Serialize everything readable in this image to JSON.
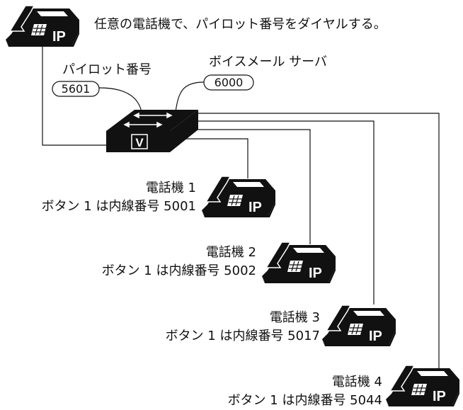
{
  "header": {
    "instruction": "任意の電話機で、パイロット番号をダイヤルする。"
  },
  "labels": {
    "pilot_number_label": "パイロット番号",
    "voicemail_server_label": "ボイスメール サーバ",
    "pilot_number": "5601",
    "voicemail_number": "6000",
    "gateway_badge": "V"
  },
  "phones": [
    {
      "name": "電話機 1",
      "button_desc": "ボタン 1 は内線番号 5001",
      "badge": "IP"
    },
    {
      "name": "電話機 2",
      "button_desc": "ボタン 1 は内線番号 5002",
      "badge": "IP"
    },
    {
      "name": "電話機 3",
      "button_desc": "ボタン 1 は内線番号 5017",
      "badge": "IP"
    },
    {
      "name": "電話機 4",
      "button_desc": "ボタン 1 は内線番号 5044",
      "badge": "IP"
    }
  ],
  "caller_phone": {
    "badge": "IP"
  },
  "colors": {
    "ink": "#111111",
    "paper": "#ffffff"
  }
}
